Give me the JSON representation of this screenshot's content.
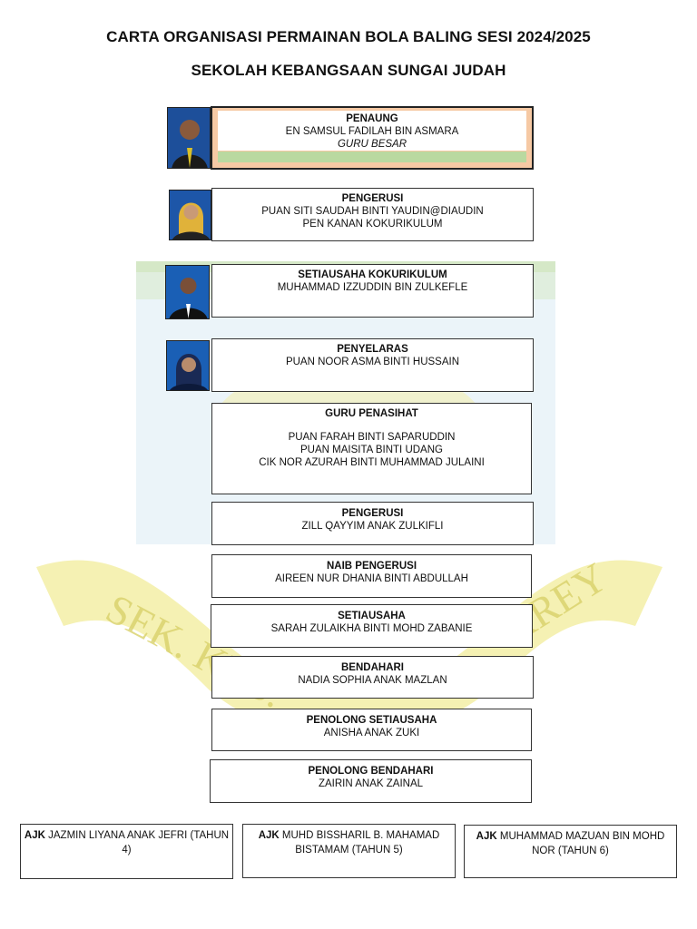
{
  "header": {
    "title": "CARTA ORGANISASI PERMAINAN BOLA BALING SESI 2024/2025",
    "subtitle": "SEKOLAH KEBANGSAAN SUNGAI JUDAH"
  },
  "watermark": {
    "text": "SEK. KEB. SG. JUDAH",
    "text_right": "KREY"
  },
  "penaung": {
    "role": "PENAUNG",
    "name": "EN SAMSUL FADILAH BIN ASMARA",
    "position": "GURU BESAR"
  },
  "pengerusi_guru": {
    "role": "PENGERUSI",
    "name": "PUAN SITI SAUDAH BINTI YAUDIN@DIAUDIN",
    "position": "PEN KANAN KOKURIKULUM"
  },
  "setiausaha_koku": {
    "role": "SETIAUSAHA KOKURIKULUM",
    "name": "MUHAMMAD IZZUDDIN BIN ZULKEFLE"
  },
  "penyelaras": {
    "role": "PENYELARAS",
    "name": "PUAN NOOR ASMA BINTI HUSSAIN"
  },
  "guru_penasihat": {
    "role": "GURU PENASIHAT",
    "names": [
      "PUAN FARAH BINTI SAPARUDDIN",
      "PUAN MAISITA BINTI UDANG",
      "CIK NOR AZURAH BINTI MUHAMMAD JULAINI"
    ]
  },
  "pengerusi": {
    "role": "PENGERUSI",
    "name": "ZILL QAYYIM ANAK ZULKIFLI"
  },
  "naib_pengerusi": {
    "role": "NAIB PENGERUSI",
    "name": "AIREEN NUR DHANIA BINTI ABDULLAH"
  },
  "setiausaha": {
    "role": "SETIAUSAHA",
    "name": "SARAH ZULAIKHA BINTI MOHD ZABANIE"
  },
  "bendahari": {
    "role": "BENDAHARI",
    "name": "NADIA SOPHIA ANAK MAZLAN"
  },
  "penolong_setiausaha": {
    "role": "PENOLONG SETIAUSAHA",
    "name": "ANISHA ANAK ZUKI"
  },
  "penolong_bendahari": {
    "role": "PENOLONG BENDAHARI",
    "name": "ZAIRIN ANAK ZAINAL"
  },
  "ajk": [
    {
      "role": "AJK",
      "name": "JAZMIN LIYANA ANAK JEFRI",
      "year": "(TAHUN 4)"
    },
    {
      "role": "AJK",
      "name": "MUHD BISSHARIL B. MAHAMAD BISTAMAM",
      "year": "(TAHUN 5)"
    },
    {
      "role": "AJK",
      "name": "MUHAMMAD MAZUAN BIN MOHD NOR",
      "year": "(TAHUN 6)"
    }
  ],
  "colors": {
    "penaung_frame": "#f6c9a4",
    "penaung_band": "#b9d9a0",
    "photo_bg": "#1d56a8",
    "watermark": "#e8e27a"
  }
}
